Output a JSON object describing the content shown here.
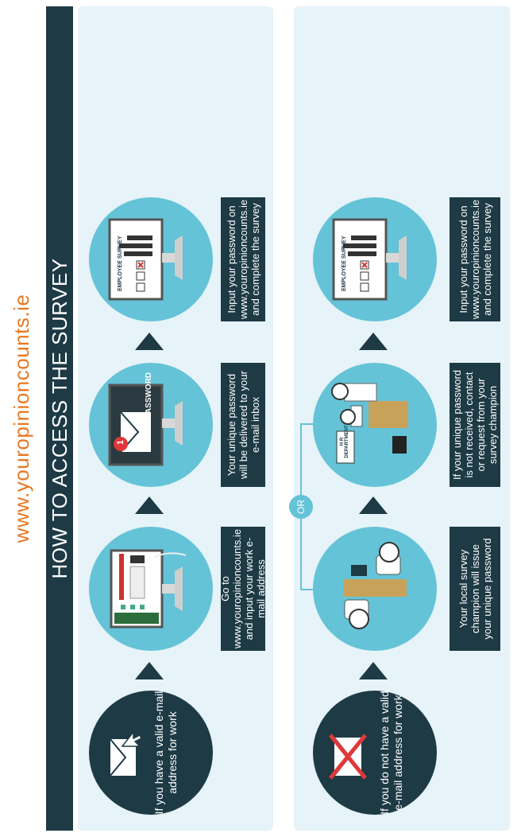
{
  "header": {
    "site_url": "www.youropinioncounts.ie",
    "title": "HOW TO ACCESS THE SURVEY"
  },
  "path_a": {
    "start_label": "If you have a valid e-mail address for work",
    "steps": [
      {
        "icon": "monitor-login-icon",
        "caption": "Go to www.youropinioncounts.ie and input your work e-mail address"
      },
      {
        "icon": "password-envelope-icon",
        "badge": "1",
        "screen_text": "PASSWORD",
        "caption": "Your unique password will be delivered to your e-mail inbox"
      },
      {
        "icon": "survey-monitor-icon",
        "screen_text": "EMPLOYEE SURVEY",
        "caption": "Input your password on www.youropinioncounts.ie and complete the survey"
      }
    ]
  },
  "path_b": {
    "start_label": "If you do not have a valid e-mail address for work",
    "or_label": "OR",
    "steps": [
      {
        "icon": "survey-champion-icon",
        "caption": "Your local survey champion will issue your unique password"
      },
      {
        "icon": "hr-department-icon",
        "sign_text": "H R DEPARTMENT",
        "caption": "If your unique password is not received, contact or request from your survey champion"
      },
      {
        "icon": "survey-monitor-icon",
        "screen_text": "EMPLOYEE SURVEY",
        "caption": "Input your password on www.youropinioncounts.ie and complete the survey"
      }
    ]
  },
  "colors": {
    "accent_orange": "#e87722",
    "dark_navy": "#1d3a45",
    "circle_teal": "#64c3d7",
    "panel_bg": "#e6f3f9"
  }
}
